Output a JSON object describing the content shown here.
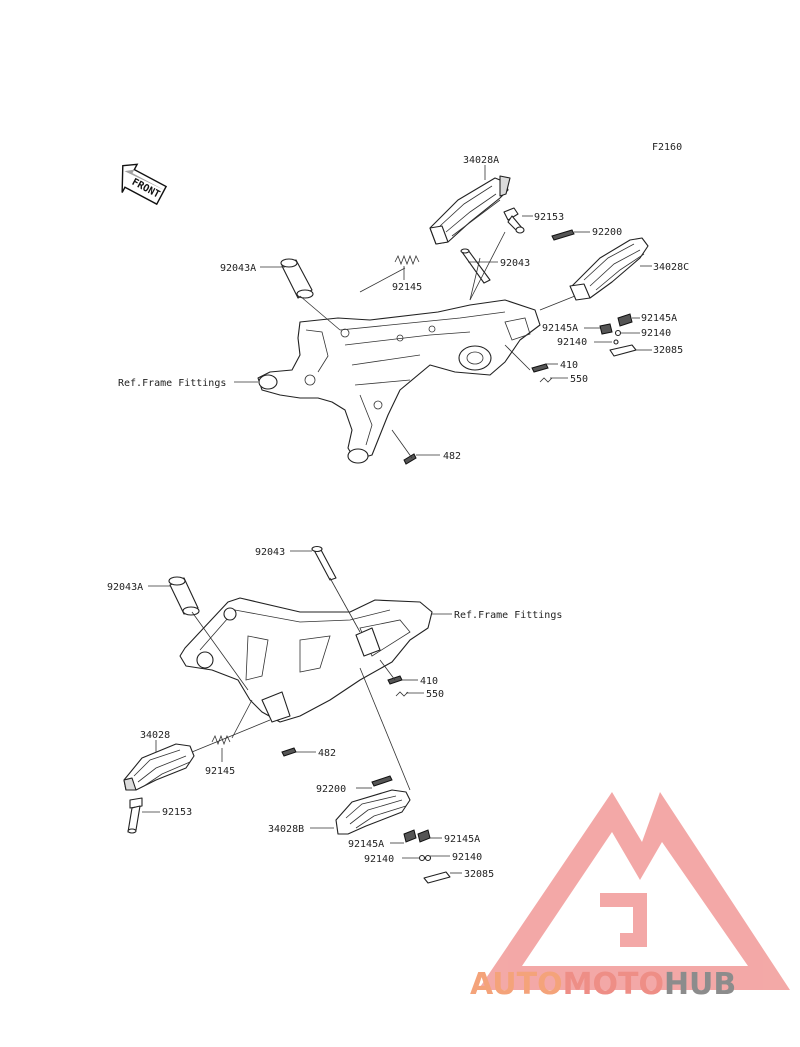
{
  "diagram_code": "F2160",
  "front_label": "FRONT",
  "upper": {
    "labels": {
      "peg_rider_left": "34028A",
      "bolt": "92153",
      "pin_rear": "92200",
      "collar": "92043A",
      "pin": "92043",
      "spring": "92145",
      "peg_rider_right": "34028C",
      "spring_a_right": "92145A",
      "spring_a_left": "92145A",
      "ball_right": "92140",
      "ball_left": "92140",
      "plate": "32085",
      "frame_ref": "Ref.Frame Fittings",
      "nut": "410",
      "washer": "550",
      "snap_pin": "482"
    }
  },
  "lower": {
    "labels": {
      "pin": "92043",
      "collar": "92043A",
      "frame_ref": "Ref.Frame Fittings",
      "nut": "410",
      "washer": "550",
      "snap_pin": "482",
      "peg_left": "34028",
      "spring": "92145",
      "bolt": "92153",
      "pin_rear": "92200",
      "peg_right": "34028B",
      "spring_a_left": "92145A",
      "spring_a_right": "92145A",
      "ball_left": "92140",
      "ball_right": "92140",
      "plate": "32085"
    }
  },
  "watermark": {
    "part1": "AUTO",
    "part2": "MOTO",
    "part3": "HUB",
    "colors": {
      "light": "#f4a37a",
      "mid": "#ee8e86",
      "dark": "#8c8c8c",
      "logo": "#f19a98"
    }
  }
}
